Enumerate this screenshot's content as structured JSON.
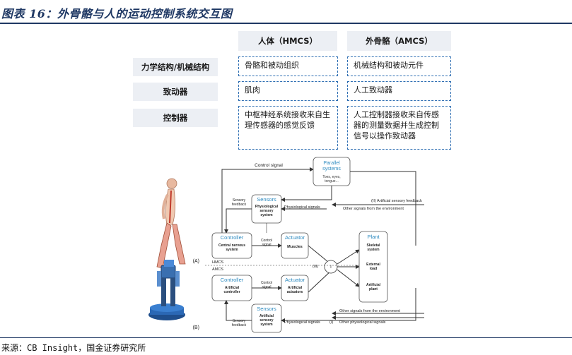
{
  "title": "图表 16：外骨骼与人的运动控制系统交互图",
  "table": {
    "columns": [
      "人体（HMCS）",
      "外骨骼（AMCS）"
    ],
    "rows": [
      {
        "label": "力学结构/机械结构",
        "human": "骨骼和被动组织",
        "exo": "机械结构和被动元件"
      },
      {
        "label": "致动器",
        "human": "肌肉",
        "exo": "人工致动器"
      },
      {
        "label": "控制器",
        "human": "中枢神经系统接收来自生理传感器的感觉反馈",
        "exo": "人工控制器接收来自传感器的测量数据并生成控制信号以操作致动器"
      }
    ]
  },
  "diagram": {
    "control_signal_top": "Control signal",
    "parallel_systems": {
      "title": "Parallel systems",
      "sub": "Toes, eyes, tongue..."
    },
    "sensors_top": {
      "title": "Sensors",
      "sub": "Physiological sensory system"
    },
    "sensory_feedback": "Sensory feedback",
    "artificial_sensory_feedback": "(II) Artificial sensory feedback",
    "other_signals_env_top": "Other signals from the environment",
    "physiological_signals_top": "Physiological signals",
    "controller_top": {
      "title": "Controller",
      "sub": "Central nervous system"
    },
    "control_signal_mid": "Control signal",
    "actuator_top": {
      "title": "Actuator",
      "sub": "Muscles"
    },
    "plant": {
      "title": "Plant",
      "skeletal": "Skeletal system",
      "external": "External load",
      "artificial": "Artificial plant"
    },
    "label_a": "(A)",
    "label_b": "(B)",
    "hmcs": "HMCS",
    "amcs": "AMCS",
    "mark_iii": "(III)",
    "mark_i": "I",
    "controller_bottom": {
      "title": "Controller",
      "sub": "Artificial controller"
    },
    "control_signal_bottom": "Control signal",
    "actuator_bottom": {
      "title": "Actuator",
      "sub": "Artificial actuators"
    },
    "sensors_bottom": {
      "title": "Sensors",
      "sub": "Artificial sensory system"
    },
    "other_signals_env_bottom": "Other signals from the environment",
    "physiological_signals_bottom": "Physiological signals",
    "mark_ii_bottom": "(I)",
    "other_physiological": "Other physiological signals",
    "sensory_feedback_bottom": "Sensory feedback"
  },
  "source": "来源：CB Insight，国金证券研究所",
  "colors": {
    "accent": "#2f6fb3",
    "title": "#1f3864",
    "box_title": "#2e8bc0"
  }
}
